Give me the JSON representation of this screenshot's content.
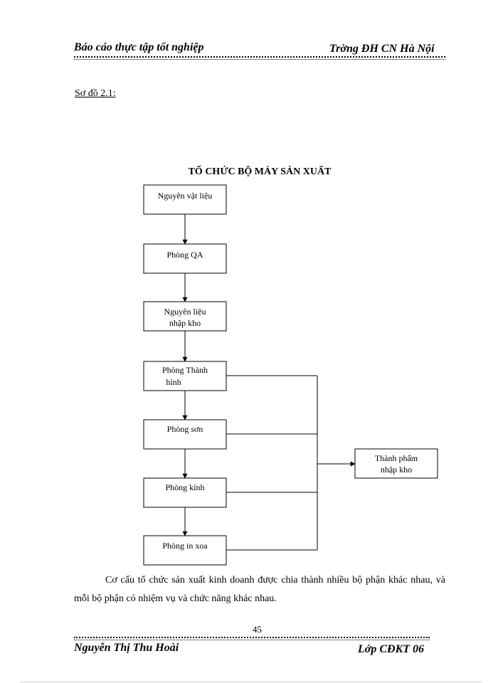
{
  "header": {
    "left": "Báo cáo thực tập tốt nghiệp",
    "right": "Trờng  ĐH CN Hà Nội"
  },
  "section_label": "Sơ đồ 2.1:",
  "diagram": {
    "title": "TỔ CHỨC BỘ MÁY SẢN XUẤT",
    "boxes": [
      {
        "line1": "Nguyên vật liệu",
        "line2": ""
      },
      {
        "line1": "Phòng QA",
        "line2": ""
      },
      {
        "line1": "Nguyên liệu",
        "line2": "nhập kho"
      },
      {
        "line1": "Phòng Thành",
        "line2": "hình"
      },
      {
        "line1": "Phòng sơn",
        "line2": ""
      },
      {
        "line1": "Phòng kính",
        "line2": ""
      },
      {
        "line1": "Phòng in xoa",
        "line2": ""
      }
    ],
    "output_box": {
      "line1": "Thành phẩm",
      "line2": "nhập kho"
    }
  },
  "paragraph": "Cơ cấu tổ chức sản xuất kinh doanh được chia thành nhiều bộ phận khác nhau, và mỗi bộ phận có nhiệm vụ và chức năng khác nhau.",
  "page_number": "45",
  "footer": {
    "left": "Nguyễn Thị Thu Hoài",
    "right": "Lớp CĐKT 06"
  }
}
